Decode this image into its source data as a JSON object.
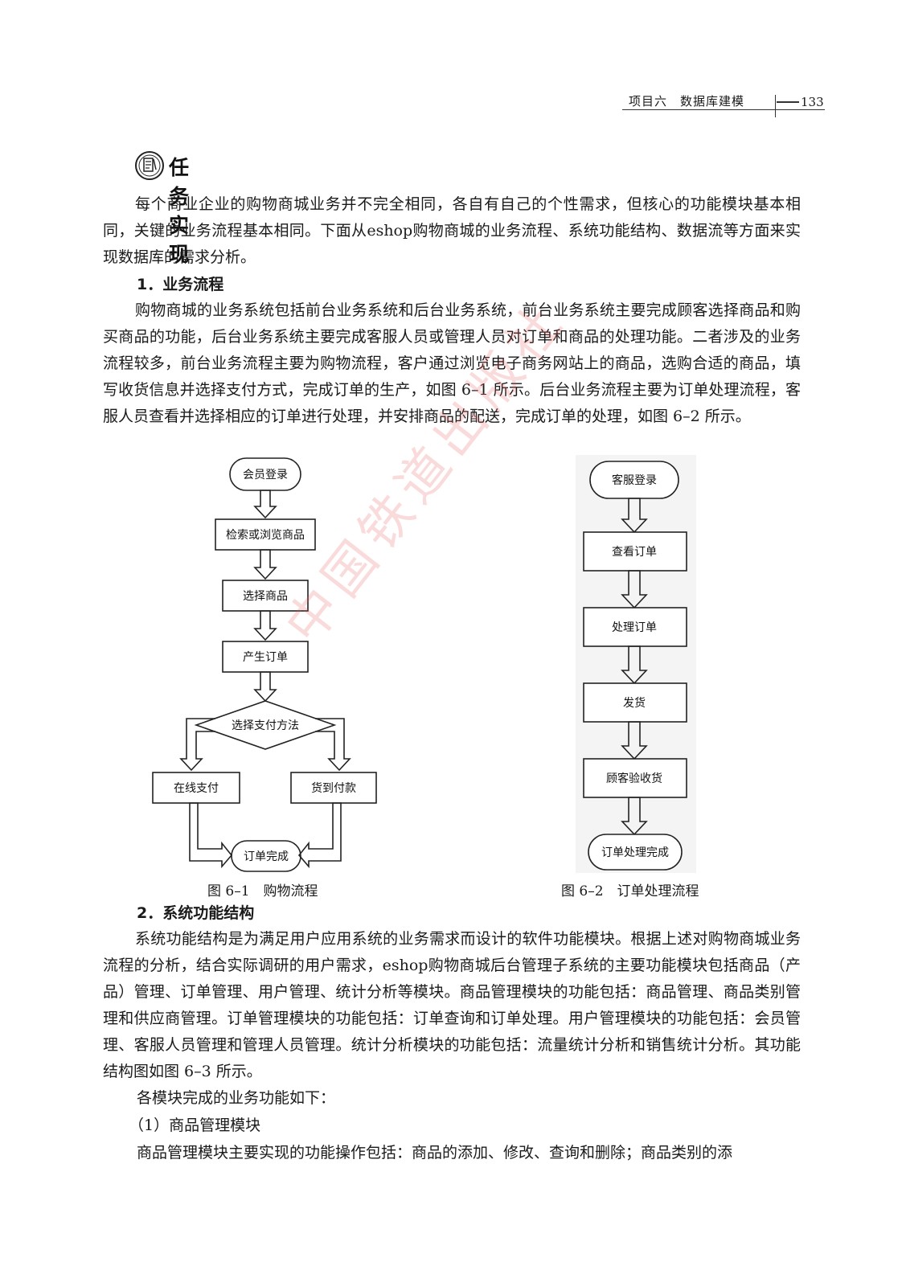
{
  "header": {
    "title": "项目六　数据库建模",
    "page_number": "133"
  },
  "task_heading": "任务实现",
  "intro": "每个商业企业的购物商城业务并不完全相同，各自有自己的个性需求，但核心的功能模块基本相同，关键的业务流程基本相同。下面从eshop购物商城的业务流程、系统功能结构、数据流等方面来实现数据库的需求分析。",
  "section1": {
    "title": "1．业务流程",
    "body": "购物商城的业务系统包括前台业务系统和后台业务系统，前台业务系统主要完成顾客选择商品和购买商品的功能，后台业务系统主要完成客服人员或管理人员对订单和商品的处理功能。二者涉及的业务流程较多，前台业务流程主要为购物流程，客户通过浏览电子商务网站上的商品，选购合适的商品，填写收货信息并选择支付方式，完成订单的生产，如图 6–1 所示。后台业务流程主要为订单处理流程，客服人员查看并选择相应的订单进行处理，并安排商品的配送，完成订单的处理，如图 6–2 所示。"
  },
  "figure1": {
    "nodes": {
      "start": "会员登录",
      "browse": "检索或浏览商品",
      "select": "选择商品",
      "order": "产生订单",
      "decision": "选择支付方法",
      "online": "在线支付",
      "cod": "货到付款",
      "end": "订单完成"
    },
    "caption": "图 6–1　购物流程"
  },
  "figure2": {
    "nodes": {
      "start": "客服登录",
      "view": "查看订单",
      "process": "处理订单",
      "ship": "发货",
      "inspect": "顾客验收货",
      "end": "订单处理完成"
    },
    "caption": "图 6–2　订单处理流程"
  },
  "section2": {
    "title": "2．系统功能结构",
    "body": "系统功能结构是为满足用户应用系统的业务需求而设计的软件功能模块。根据上述对购物商城业务流程的分析，结合实际调研的用户需求，eshop购物商城后台管理子系统的主要功能模块包括商品（产品）管理、订单管理、用户管理、统计分析等模块。商品管理模块的功能包括：商品管理、商品类别管理和供应商管理。订单管理模块的功能包括：订单查询和订单处理。用户管理模块的功能包括：会员管理、客服人员管理和管理人员管理。统计分析模块的功能包括：流量统计分析和销售统计分析。其功能结构图如图 6–3 所示。",
    "modules_intro": "各模块完成的业务功能如下：",
    "item1_title": "（1）商品管理模块",
    "item1_body": "商品管理模块主要实现的功能操作包括：商品的添加、修改、查询和删除；商品类别的添"
  },
  "watermark": "中国铁道出版社"
}
